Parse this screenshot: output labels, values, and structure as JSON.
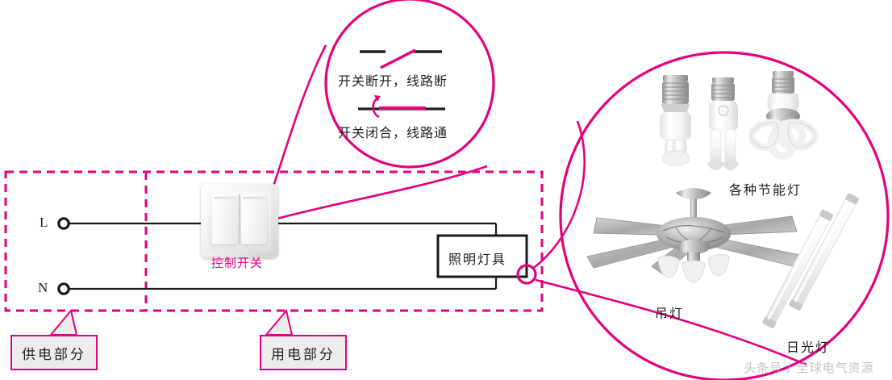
{
  "diagram": {
    "title": "lighting-circuit-schematic",
    "accent_pink": "#e4007f",
    "wire_color": "#1a1a1a",
    "callout_fill": "#ececec"
  },
  "supply": {
    "live_terminal_label": "L",
    "neutral_terminal_label": "N"
  },
  "switch": {
    "caption": "控制开关",
    "icon": "wall-rocker-switch"
  },
  "load": {
    "box_label": "照明灯具"
  },
  "zones": [
    {
      "id": "supply-zone",
      "label": "供电部分"
    },
    {
      "id": "consume-zone",
      "label": "用电部分"
    }
  ],
  "magnifier_switch_detail": {
    "open_state": {
      "caption": "开关断开，线路断",
      "symbol": "switch-open"
    },
    "closed_state": {
      "caption": "开关闭合，线路通",
      "symbol": "switch-closed"
    }
  },
  "magnifier_lamp_detail": {
    "items": [
      {
        "caption": "各种节能灯",
        "icon": "energy-saving-lamps"
      },
      {
        "caption": "吊灯",
        "icon": "ceiling-fan-light"
      },
      {
        "caption": "日光灯",
        "icon": "fluorescent-tube"
      }
    ]
  },
  "watermark": {
    "text": "头条号 / 全球电气资源"
  }
}
